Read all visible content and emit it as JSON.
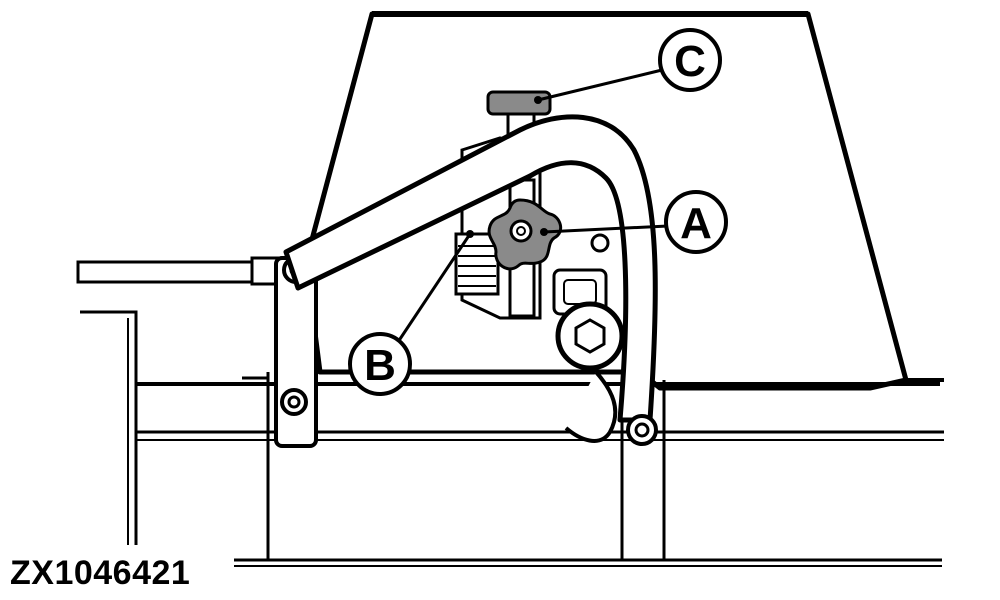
{
  "figure": {
    "id": "ZX1046421"
  },
  "callouts": {
    "a": "A",
    "b": "B",
    "c": "C"
  },
  "colors": {
    "line": "#000000",
    "fill": "#ffffff",
    "knob_fill": "#8a8a8a"
  }
}
